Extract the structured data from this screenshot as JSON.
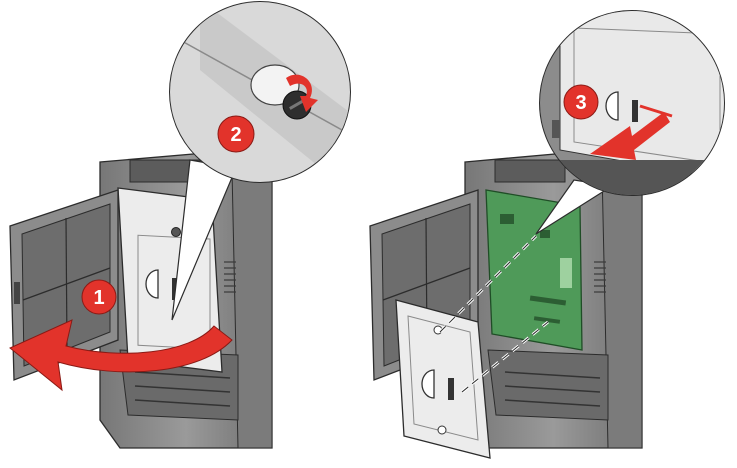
{
  "steps": [
    {
      "number": "1",
      "description": "open-side-door"
    },
    {
      "number": "2",
      "description": "loosen-screw"
    },
    {
      "number": "3",
      "description": "remove-shield"
    }
  ],
  "colors": {
    "step_badge": "#e2332b",
    "arrow": "#e2332b",
    "board": "#4f9a59",
    "printer_body": "#8f8f8f",
    "panel": "#e9e9e9",
    "outline": "#2c2c2c"
  },
  "icons": [
    "arrow-left-icon",
    "rotate-arrow-icon",
    "screw-icon",
    "curved-arrow-icon"
  ]
}
